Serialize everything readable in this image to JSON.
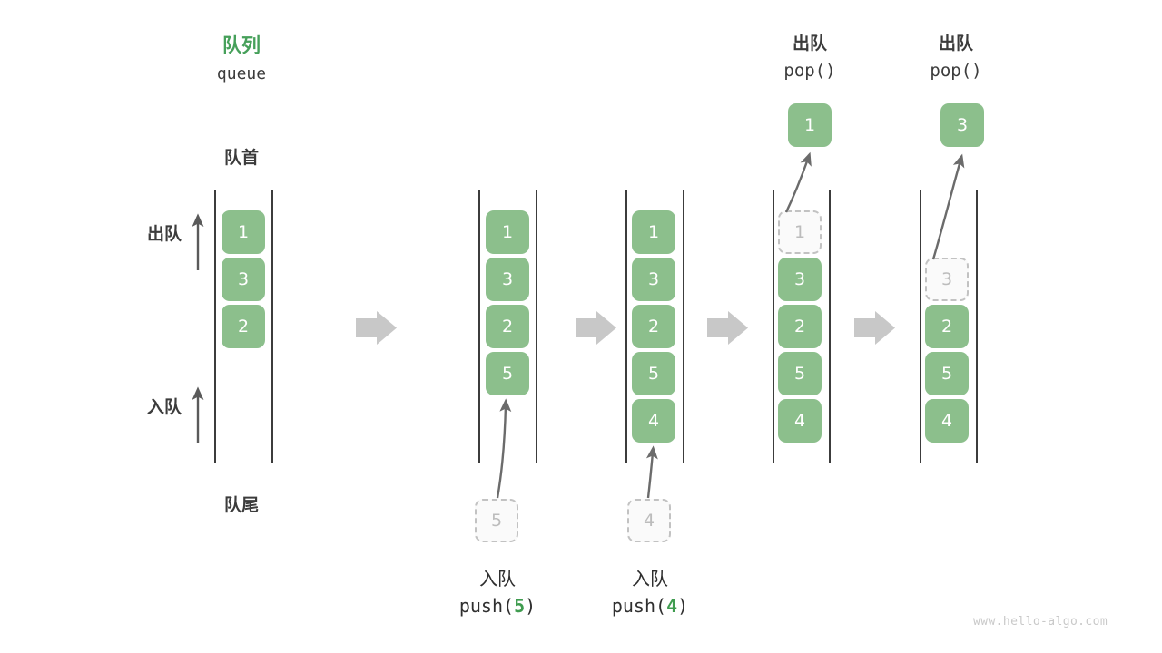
{
  "meta": {
    "watermark": "www.hello-algo.com",
    "colors": {
      "cell_green": "#8cbf8c",
      "title_green": "#46a05a",
      "highlight_green": "#3f9c4f",
      "ghost_border": "#c2c2c2",
      "ghost_fill": "#fafafa",
      "ghost_text": "#bcbcbc",
      "rail": "#3c3c3c",
      "text": "#3c3c3c",
      "transition_arrow": "#c8c8c8",
      "curve_arrow": "#6b6b6b",
      "watermark": "#c9c9c9"
    }
  },
  "title": {
    "cn": "队列",
    "en": "queue"
  },
  "labels": {
    "front": "队首",
    "rear": "队尾",
    "dequeue_side": "出队",
    "enqueue_side": "入队"
  },
  "stages": [
    {
      "id": "initial",
      "header_cn": "",
      "header_mono": "",
      "cells": [
        {
          "value": "1",
          "ghost": false
        },
        {
          "value": "3",
          "ghost": false
        },
        {
          "value": "2",
          "ghost": false
        }
      ],
      "popped": null,
      "incoming": null,
      "caption_cn": "",
      "caption_mono": ""
    },
    {
      "id": "push-5",
      "header_cn": "",
      "header_mono": "",
      "cells": [
        {
          "value": "1",
          "ghost": false
        },
        {
          "value": "3",
          "ghost": false
        },
        {
          "value": "2",
          "ghost": false
        },
        {
          "value": "5",
          "ghost": false
        }
      ],
      "popped": null,
      "incoming": {
        "value": "5"
      },
      "caption_cn": "入队",
      "caption_mono": "push(5)",
      "caption_arg": "5"
    },
    {
      "id": "push-4",
      "header_cn": "",
      "header_mono": "",
      "cells": [
        {
          "value": "1",
          "ghost": false
        },
        {
          "value": "3",
          "ghost": false
        },
        {
          "value": "2",
          "ghost": false
        },
        {
          "value": "5",
          "ghost": false
        },
        {
          "value": "4",
          "ghost": false
        }
      ],
      "popped": null,
      "incoming": {
        "value": "4"
      },
      "caption_cn": "入队",
      "caption_mono": "push(4)",
      "caption_arg": "4"
    },
    {
      "id": "pop-1",
      "header_cn": "出队",
      "header_mono": "pop()",
      "cells": [
        {
          "value": "1",
          "ghost": true
        },
        {
          "value": "3",
          "ghost": false
        },
        {
          "value": "2",
          "ghost": false
        },
        {
          "value": "5",
          "ghost": false
        },
        {
          "value": "4",
          "ghost": false
        }
      ],
      "popped": {
        "value": "1"
      },
      "incoming": null,
      "caption_cn": "",
      "caption_mono": ""
    },
    {
      "id": "pop-3",
      "header_cn": "出队",
      "header_mono": "pop()",
      "cells": [
        {
          "value": "3",
          "ghost": true
        },
        {
          "value": "2",
          "ghost": false
        },
        {
          "value": "5",
          "ghost": false
        },
        {
          "value": "4",
          "ghost": false
        }
      ],
      "popped": {
        "value": "3"
      },
      "incoming": null,
      "caption_cn": "",
      "caption_mono": ""
    }
  ],
  "transitions": [
    "arrow-right-icon",
    "arrow-right-icon",
    "arrow-right-icon",
    "arrow-right-icon"
  ]
}
